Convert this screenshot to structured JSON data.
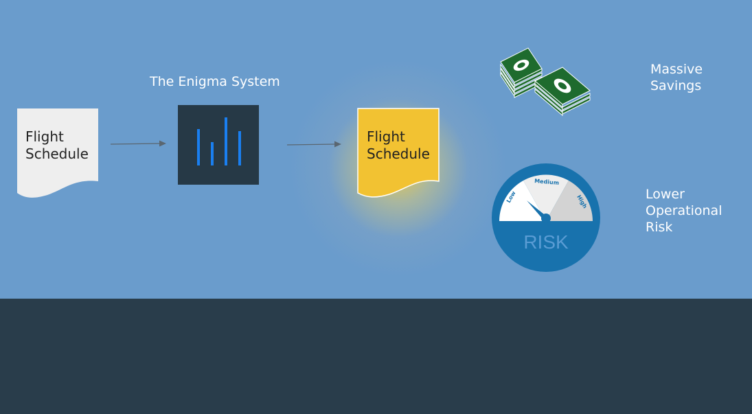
{
  "input_document": {
    "line1": "Flight",
    "line2": "Schedule"
  },
  "system": {
    "title": "The Enigma System"
  },
  "output_document": {
    "line1": "Flight",
    "line2": "Schedule"
  },
  "benefits": {
    "savings": {
      "line1": "Massive",
      "line2": "Savings"
    },
    "risk": {
      "line1": "Lower",
      "line2": "Operational",
      "line3": "Risk"
    }
  },
  "gauge": {
    "low": "Low",
    "medium": "Medium",
    "high": "High",
    "caption": "RISK"
  },
  "colors": {
    "sky": "#6a9ccc",
    "ground": "#293d4b",
    "paper": "#eeeeee",
    "highlight": "#f2c232",
    "bars": "#1a7ff0",
    "gauge": "#1872ad",
    "money": "#1e6b2e"
  }
}
